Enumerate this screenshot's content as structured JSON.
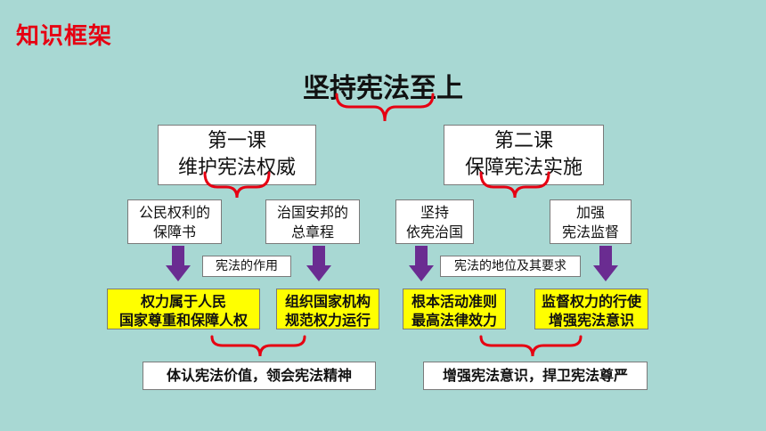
{
  "header": {
    "tag": "知识框架"
  },
  "title": "坚持宪法至上",
  "lessons": [
    {
      "line1": "第一课",
      "line2": "维护宪法权威"
    },
    {
      "line1": "第二课",
      "line2": "保障宪法实施"
    }
  ],
  "topics": [
    {
      "line1": "公民权利的",
      "line2": "保障书"
    },
    {
      "line1": "治国安邦的",
      "line2": "总章程"
    },
    {
      "line1": "坚持",
      "line2": "依宪治国"
    },
    {
      "line1": "加强",
      "line2": "宪法监督"
    }
  ],
  "notes": {
    "left": "宪法的作用",
    "right": "宪法的地位及其要求"
  },
  "points": [
    {
      "line1": "权力属于人民",
      "line2": "国家尊重和保障人权"
    },
    {
      "line1": "组织国家机构",
      "line2": "规范权力运行"
    },
    {
      "line1": "根本活动准则",
      "line2": "最高法律效力"
    },
    {
      "line1": "监督权力的行使",
      "line2": "增强宪法意识"
    }
  ],
  "conclusions": [
    "体认宪法价值，领会宪法精神",
    "增强宪法意识，捍卫宪法尊严"
  ],
  "colors": {
    "background": "#a8d8d3",
    "brace": "#e60012",
    "arrow": "#6a2c91",
    "highlight": "#ffff00"
  }
}
